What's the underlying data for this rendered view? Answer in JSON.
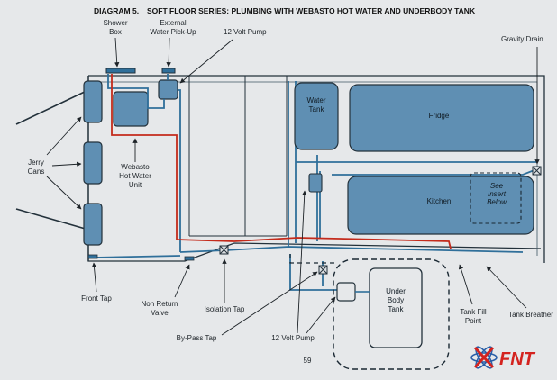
{
  "title": {
    "diagram_number": "DIAGRAM 5.",
    "heading": "SOFT FLOOR SERIES:  PLUMBING WITH WEBASTO HOT WATER AND UNDERBODY TANK"
  },
  "components": {
    "water_tank": [
      "Water",
      "Tank"
    ],
    "fridge": "Fridge",
    "kitchen": "Kitchen",
    "see_insert": [
      "See",
      "Insert",
      "Below"
    ],
    "underbody_tank": [
      "Under",
      "Body",
      "Tank"
    ]
  },
  "callouts": {
    "shower_box": [
      "Shower",
      "Box"
    ],
    "external_pickup": [
      "External",
      "Water Pick-Up"
    ],
    "pump_top": "12 Volt Pump",
    "gravity_drain": "Gravity Drain",
    "jerry_cans": [
      "Jerry",
      "Cans"
    ],
    "webasto": [
      "Webasto",
      "Hot Water",
      "Unit"
    ],
    "front_tap": "Front Tap",
    "non_return_valve": [
      "Non Return",
      "Valve"
    ],
    "isolation_tap": "Isolation Tap",
    "bypass_tap": "By-Pass Tap",
    "pump_bottom": "12 Volt Pump",
    "tank_fill_point": [
      "Tank Fill",
      "Point"
    ],
    "tank_breather": "Tank Breather"
  },
  "page_number": "59",
  "logo": {
    "text": "FNT"
  },
  "colors": {
    "component_fill": "#5f8fb3",
    "pipe_blue": "#2f6f9a",
    "pipe_red": "#c42b1c",
    "outline": "#23313b",
    "logo_red": "#d4231f",
    "logo_blue": "#2a5fa8"
  }
}
